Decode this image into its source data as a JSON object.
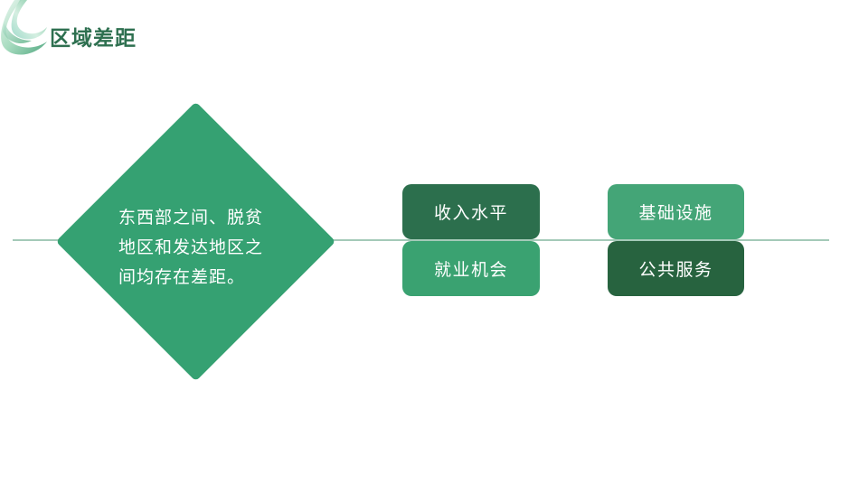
{
  "slide": {
    "title": "区域差距",
    "decoration": {
      "name": "green-ribbon-swirl"
    },
    "diamond": {
      "lines": {
        "0": "东西部之间、脱贫",
        "1": "地区和发达地区之",
        "2": "间均存在差距。"
      }
    },
    "buttons": {
      "income": {
        "label": "收入水平"
      },
      "jobs": {
        "label": "就业机会"
      },
      "infra": {
        "label": "基础设施"
      },
      "services": {
        "label": "公共服务"
      }
    },
    "colors": {
      "title_text": "#2e7050",
      "diamond_fill": "#35a172",
      "divider_line": "#a4cab8",
      "button_dark": "#2c6f4d",
      "button_darker": "#27633f",
      "button_medium": "#3aa271",
      "button_medium_light": "#44a577",
      "text_on_green": "#ffffff"
    }
  }
}
